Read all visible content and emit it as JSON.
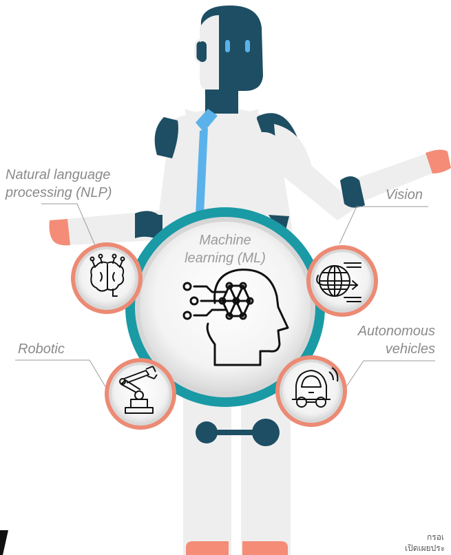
{
  "center": {
    "line1": "Machine",
    "line2": "learning (ML)",
    "icon": "ml-head-icon"
  },
  "satellites": [
    {
      "id": "nlp",
      "line1": "Natural language",
      "line2": "processing (NLP)",
      "icon": "brain-circuit-icon"
    },
    {
      "id": "vision",
      "line1": "Vision",
      "icon": "globe-arrow-icon"
    },
    {
      "id": "robotic",
      "line1": "Robotic",
      "icon": "robot-arm-icon"
    },
    {
      "id": "autonomous",
      "line1": "Autonomous",
      "line2": "vehicles",
      "icon": "autonomous-car-icon"
    }
  ],
  "corner_text": {
    "line1": "กรอเ",
    "line2": "เปิดเผยประ"
  },
  "colors": {
    "robot_dark": "#1d4e63",
    "robot_light": "#eeeeee",
    "tie": "#5bb2ea",
    "eyes": "#5bb2ea",
    "hands": "#f48c77",
    "ring_teal": "#1a9aa5",
    "ring_coral": "#ec8a74",
    "label": "#8a8a8a"
  }
}
